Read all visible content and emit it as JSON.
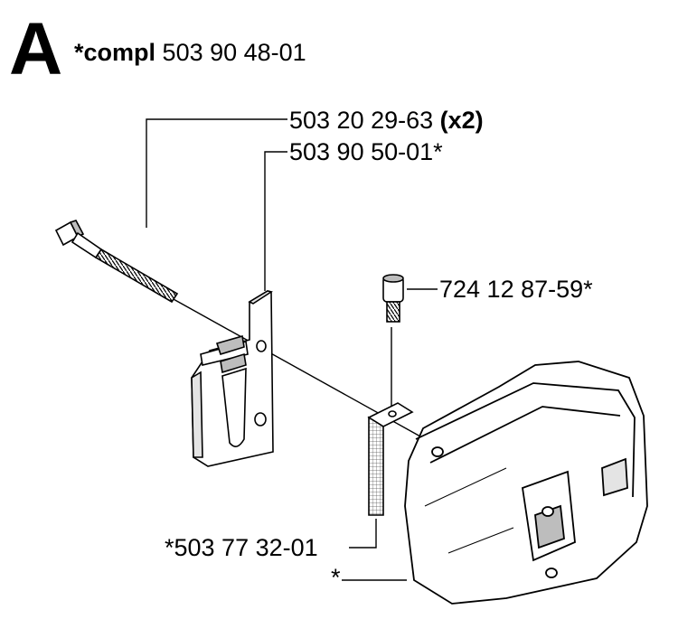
{
  "header": {
    "letter": "A",
    "compl_label": "*compl",
    "compl_part": "503 90 48-01"
  },
  "callouts": {
    "bolt": {
      "number": "503 20 29-63",
      "qty": "(x2)"
    },
    "plate": {
      "number": "503 90 50-01*"
    },
    "screw": {
      "number": "724 12 87-59*"
    },
    "screen": {
      "number": "*503 77 32-01"
    },
    "muffler": {
      "number": "*"
    }
  },
  "colors": {
    "ink": "#000000",
    "paper": "#ffffff",
    "shade": "#bdbdbd",
    "light": "#e4e4e4"
  }
}
